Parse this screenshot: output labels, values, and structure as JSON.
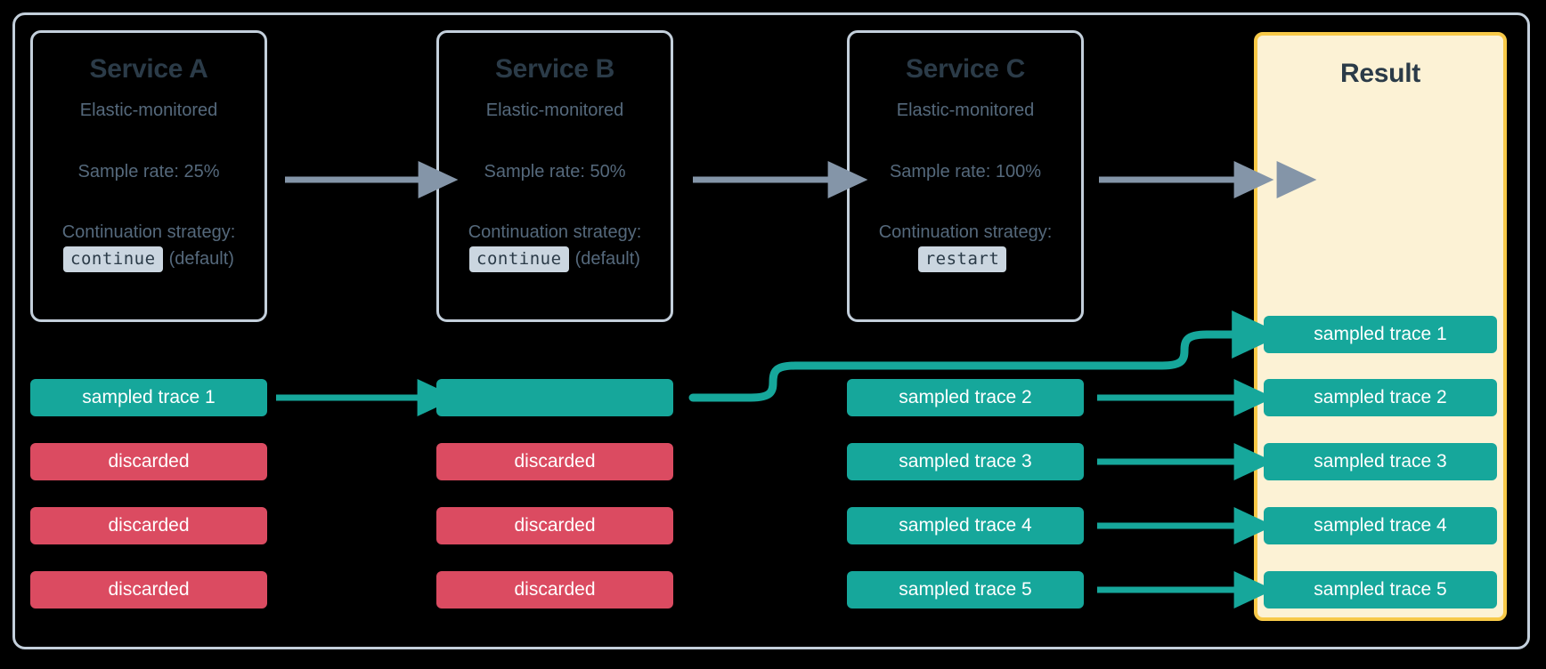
{
  "colors": {
    "background": "#000000",
    "frame_border": "#C3CFDB",
    "card_border": "#C3CFDB",
    "heading_text": "#2B3B48",
    "body_text": "#55697C",
    "code_chip_bg": "#CBD6E0",
    "sampled": "#16A79B",
    "discarded": "#DB4B61",
    "result_panel_bg": "#FCF2D5",
    "result_panel_border": "#F7C948",
    "gray_arrow": "#8495A8"
  },
  "services": [
    {
      "title": "Service A",
      "subtitle": "Elastic-monitored",
      "sample_rate": "Sample rate: 25%",
      "strategy_label": "Continuation strategy:",
      "strategy_value": "continue",
      "strategy_note": "(default)"
    },
    {
      "title": "Service B",
      "subtitle": "Elastic-monitored",
      "sample_rate": "Sample rate: 50%",
      "strategy_label": "Continuation strategy:",
      "strategy_value": "continue",
      "strategy_note": "(default)"
    },
    {
      "title": "Service C",
      "subtitle": "Elastic-monitored",
      "sample_rate": "Sample rate: 100%",
      "strategy_label": "Continuation strategy:",
      "strategy_value": "restart",
      "strategy_note": ""
    }
  ],
  "result": {
    "title": "Result",
    "traces": [
      {
        "label": "sampled trace 1",
        "kind": "sampled"
      },
      {
        "label": "sampled trace 2",
        "kind": "sampled"
      },
      {
        "label": "sampled trace 3",
        "kind": "sampled"
      },
      {
        "label": "sampled trace 4",
        "kind": "sampled"
      },
      {
        "label": "sampled trace 5",
        "kind": "sampled"
      }
    ]
  },
  "columns": [
    {
      "service": "Service A",
      "traces": [
        {
          "label": "sampled trace 1",
          "kind": "sampled"
        },
        {
          "label": "discarded",
          "kind": "discarded"
        },
        {
          "label": "discarded",
          "kind": "discarded"
        },
        {
          "label": "discarded",
          "kind": "discarded"
        }
      ]
    },
    {
      "service": "Service B",
      "traces": [
        {
          "label": "",
          "kind": "sampled"
        },
        {
          "label": "discarded",
          "kind": "discarded"
        },
        {
          "label": "discarded",
          "kind": "discarded"
        },
        {
          "label": "discarded",
          "kind": "discarded"
        }
      ]
    },
    {
      "service": "Service C",
      "traces": [
        {
          "label": "sampled trace 2",
          "kind": "sampled"
        },
        {
          "label": "sampled trace 3",
          "kind": "sampled"
        },
        {
          "label": "sampled trace 4",
          "kind": "sampled"
        },
        {
          "label": "sampled trace 5",
          "kind": "sampled"
        }
      ]
    }
  ],
  "flow_arrows": {
    "service_chain": [
      "a-to-b",
      "b-to-c",
      "c-to-result"
    ],
    "trace_links": [
      "a-trace1-to-b-trace1",
      "b-trace1-curve-to-result-trace1",
      "c-trace2-to-result-trace2",
      "c-trace3-to-result-trace3",
      "c-trace4-to-result-trace4",
      "c-trace5-to-result-trace5"
    ]
  }
}
